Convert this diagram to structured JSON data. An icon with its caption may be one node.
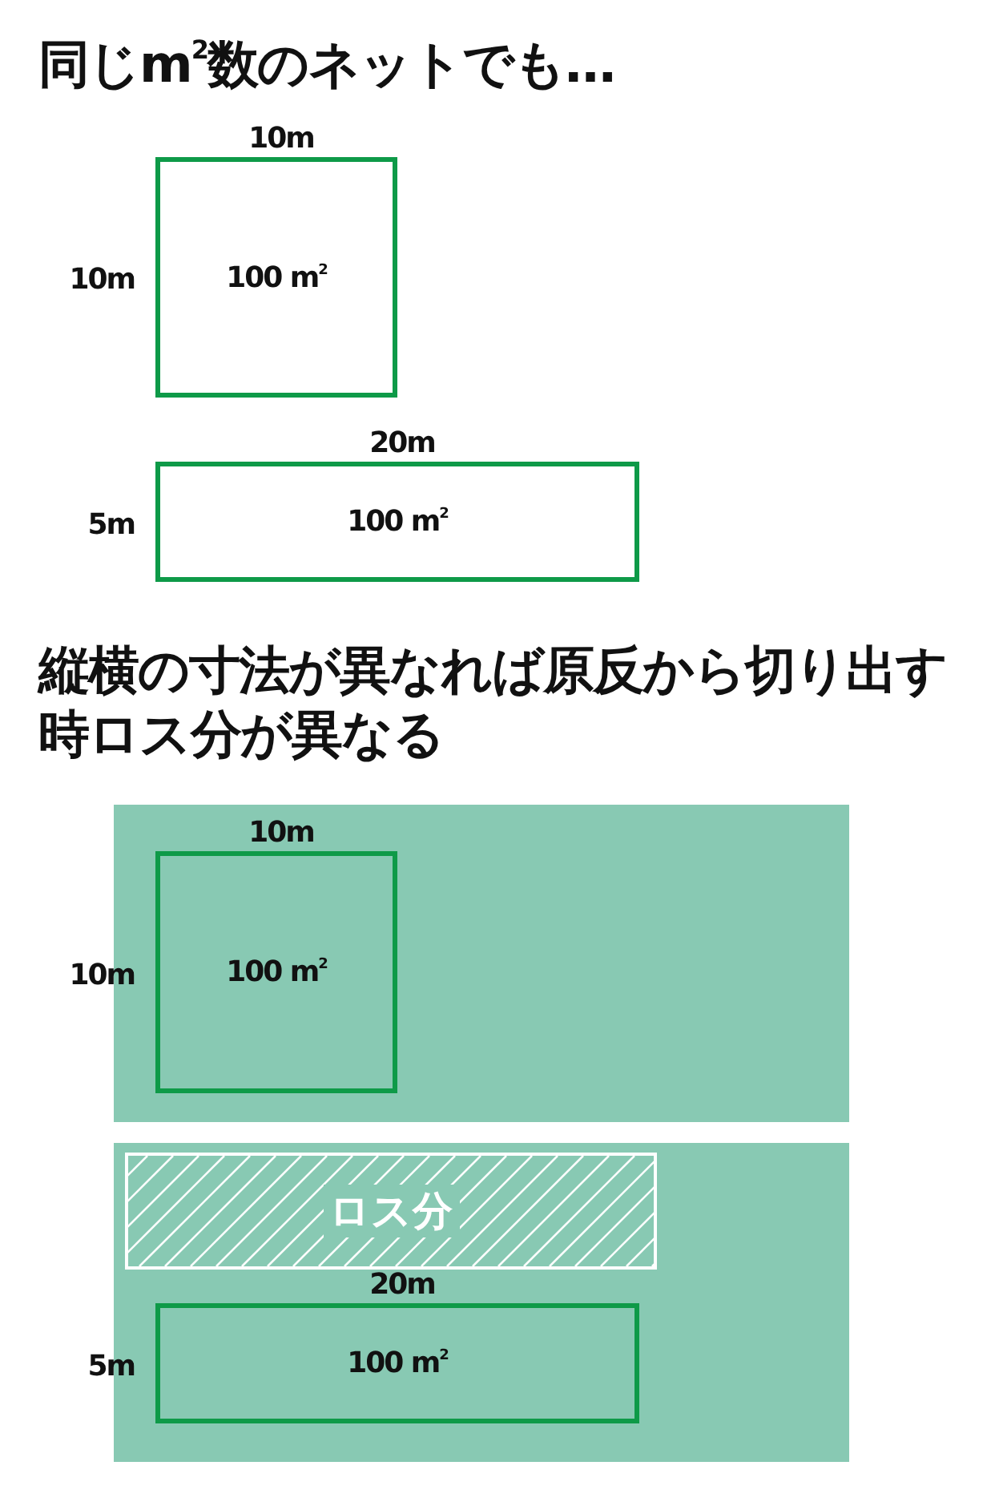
{
  "diagram": {
    "title": "同じm$^{2}$数のネットでも…",
    "nodes": [
      {
        "text": [
          "100 m$^{2}$"
        ],
        "beside": [
          "10m",
          "10m"
        ]
      },
      {
        "text": [
          "100 m$^{2}$"
        ],
        "beside": [
          "20m",
          "5m"
        ]
      },
      {
        "text": [],
        "shape": "box"
      },
      {
        "text": [
          "100 m$^{2}$"
        ],
        "beside": [
          "10m",
          "10m"
        ],
        "in": 2
      },
      {
        "text": [],
        "shape": "box"
      },
      {
        "text": [
          "ロス分"
        ],
        "in": 4
      },
      {
        "text": [
          "100 m$^{2}$"
        ],
        "beside": [
          "20m",
          "5m"
        ],
        "in": 4
      }
    ],
    "labels": [
      "縦横の寸法が異なれば原反から切り出す時ロス分が異なる"
    ]
  }
}
